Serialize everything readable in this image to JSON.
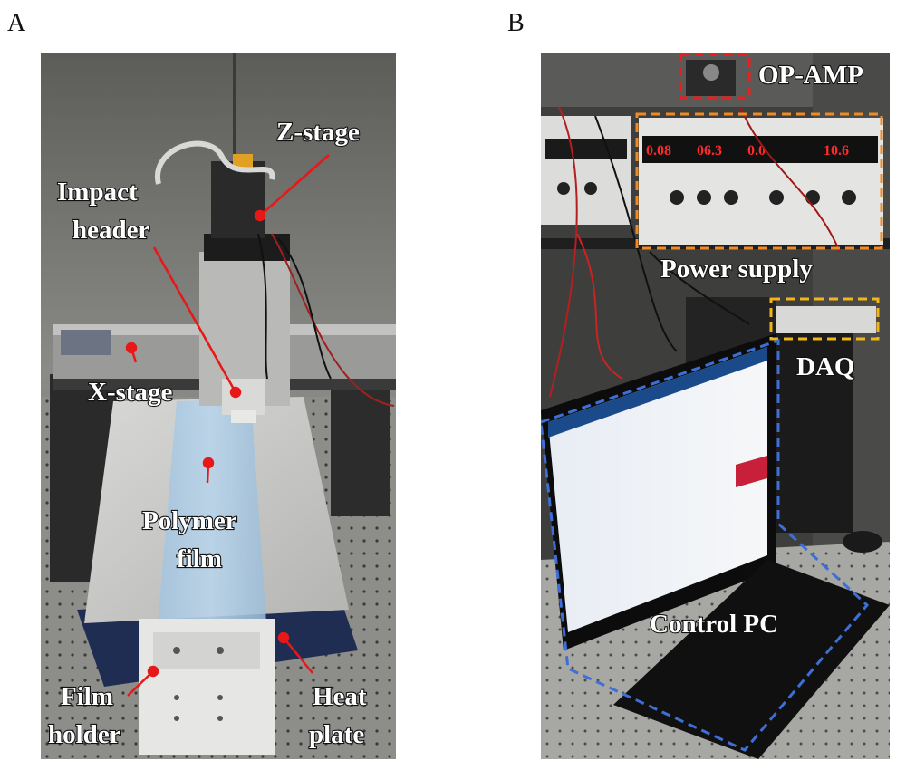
{
  "panels": {
    "a": {
      "letter": "A",
      "labels": {
        "z_stage": "Z-stage",
        "impact_header_1": "Impact",
        "impact_header_2": "header",
        "x_stage": "X-stage",
        "polymer_film_1": "Polymer",
        "polymer_film_2": "film",
        "film_holder_1": "Film",
        "film_holder_2": "holder",
        "heat_plate_1": "Heat",
        "heat_plate_2": "plate"
      }
    },
    "b": {
      "letter": "B",
      "labels": {
        "op_amp": "OP-AMP",
        "power_supply": "Power supply",
        "daq": "DAQ",
        "control_pc": "Control PC"
      },
      "display_readouts": [
        "0.08",
        "06.3",
        "0.0",
        "10.6"
      ]
    }
  },
  "colors": {
    "pointer_red": "#e81818",
    "op_amp_box": "#e82020",
    "power_supply_box": "#f08a24",
    "daq_box": "#f2b51a",
    "control_pc_box": "#3d6fd6",
    "label_text": "#ffffff",
    "label_outline": "#111111"
  }
}
